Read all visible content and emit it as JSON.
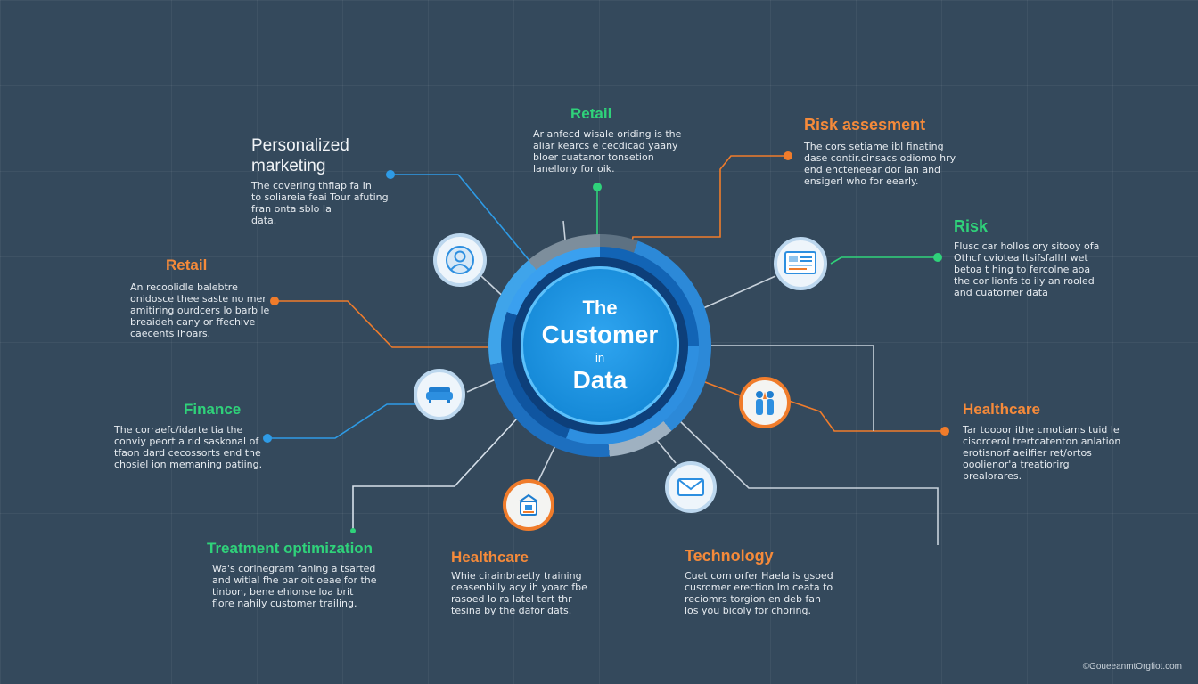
{
  "hub": {
    "line1": "The",
    "line2": "Customer",
    "line3": "in",
    "line4": "Data"
  },
  "colors": {
    "background": "#34495c",
    "blue": "#2d8fe0",
    "orange": "#f07c2b",
    "green": "#2fd27a"
  },
  "sections": {
    "personalized": {
      "title_line1": "Personalized",
      "title_line2": "marketing",
      "desc": [
        "The covering thfiap fa In",
        "to soliareia feai Tour afuting",
        "fran onta sblo Ia",
        "data."
      ]
    },
    "retail_top": {
      "title": "Retail",
      "desc": [
        "Ar anfecd wisale oriding is the",
        "aliar kearcs e cecdicad yaany",
        "bloer cuatanor tonsetion",
        "lanellony for oik."
      ]
    },
    "risk_assessment": {
      "title": "Risk assesment",
      "desc": [
        "The cors setiame ibl finating",
        "dase contir.cinsacs odiomo       hry",
        "end encteneear dor lan and",
        "ensigerl who for eearly."
      ]
    },
    "retail_left": {
      "title": "Retail",
      "desc": [
        "An recoolidle balebtre",
        "onidosce thee saste no mer",
        "amitiring ourdcers lo barb le",
        "breaideh cany or ffechive",
        "caecents lhoars."
      ]
    },
    "risk": {
      "title": "Risk",
      "desc": [
        "Flusc car hollos ory sitooy ofa",
        "Othcf cviotea ltsifsfallrl wet",
        "betoa t hing to fercolne aoa",
        "the cor lionfs to ily an rooled",
        "and cuatorner data"
      ]
    },
    "finance": {
      "title": "Finance",
      "desc": [
        "The corraefc/idarte tia the",
        "conviy peort a rid saskonal of",
        "tfaon dard cecossorts end the",
        "chosiel ion memaning patiing."
      ]
    },
    "healthcare_right": {
      "title": "Healthcare",
      "desc": [
        "Tar toooor ithe cmotiams tuid le",
        "cisorcerol trertcatenton anlation",
        "erotisnorf aeilfier ret/ortos",
        "ooolienor'a treatiorirg",
        "prealorares."
      ]
    },
    "treatment": {
      "title": "Treatment optimization",
      "desc": [
        "Wa's corinegram faning a tsarted",
        "and witial fhe bar oit oeae for the",
        "tinbon, bene ehionse loa brit",
        "flore nahily customer trailing."
      ]
    },
    "healthcare_bottom": {
      "title": "Healthcare",
      "desc": [
        "Whie cirainbraetly training",
        "ceasenbilly acy ih yoarc fbe",
        "rasoed lo ra latel tert thr",
        "tesina by the dafor dats."
      ]
    },
    "technology": {
      "title": "Technology",
      "desc": [
        "Cuet com orfer Haela is gsoed",
        "cusromer erection lm ceata to",
        "reciomrs torgion en deb fan",
        "los you bicoly for choring."
      ]
    }
  },
  "nodes": [
    {
      "name": "person-icon"
    },
    {
      "name": "dashboard-icon"
    },
    {
      "name": "sofa-icon"
    },
    {
      "name": "team-icon"
    },
    {
      "name": "shop-icon"
    },
    {
      "name": "mail-icon"
    }
  ],
  "credit": "©GoueeanmtOrgfiot.com"
}
